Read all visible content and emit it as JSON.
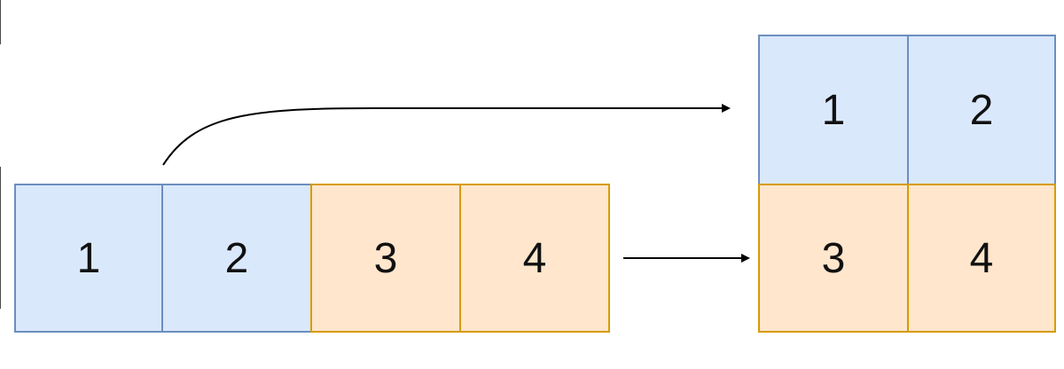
{
  "diagram": {
    "source_row": {
      "cells": [
        {
          "label": "1",
          "fill": "#dae8fc",
          "stroke": "#6c8ebf"
        },
        {
          "label": "2",
          "fill": "#dae8fc",
          "stroke": "#6c8ebf"
        },
        {
          "label": "3",
          "fill": "#ffe6cc",
          "stroke": "#d79b00"
        },
        {
          "label": "4",
          "fill": "#ffe6cc",
          "stroke": "#d79b00"
        }
      ]
    },
    "result_grid": {
      "rows": [
        [
          {
            "label": "1"
          },
          {
            "label": "2"
          }
        ],
        [
          {
            "label": "3"
          },
          {
            "label": "4"
          }
        ]
      ]
    },
    "colors": {
      "blue_fill": "#dae8fc",
      "blue_stroke": "#6c8ebf",
      "orange_fill": "#ffe6cc",
      "orange_stroke": "#d79b00",
      "arrow": "#000000"
    }
  }
}
